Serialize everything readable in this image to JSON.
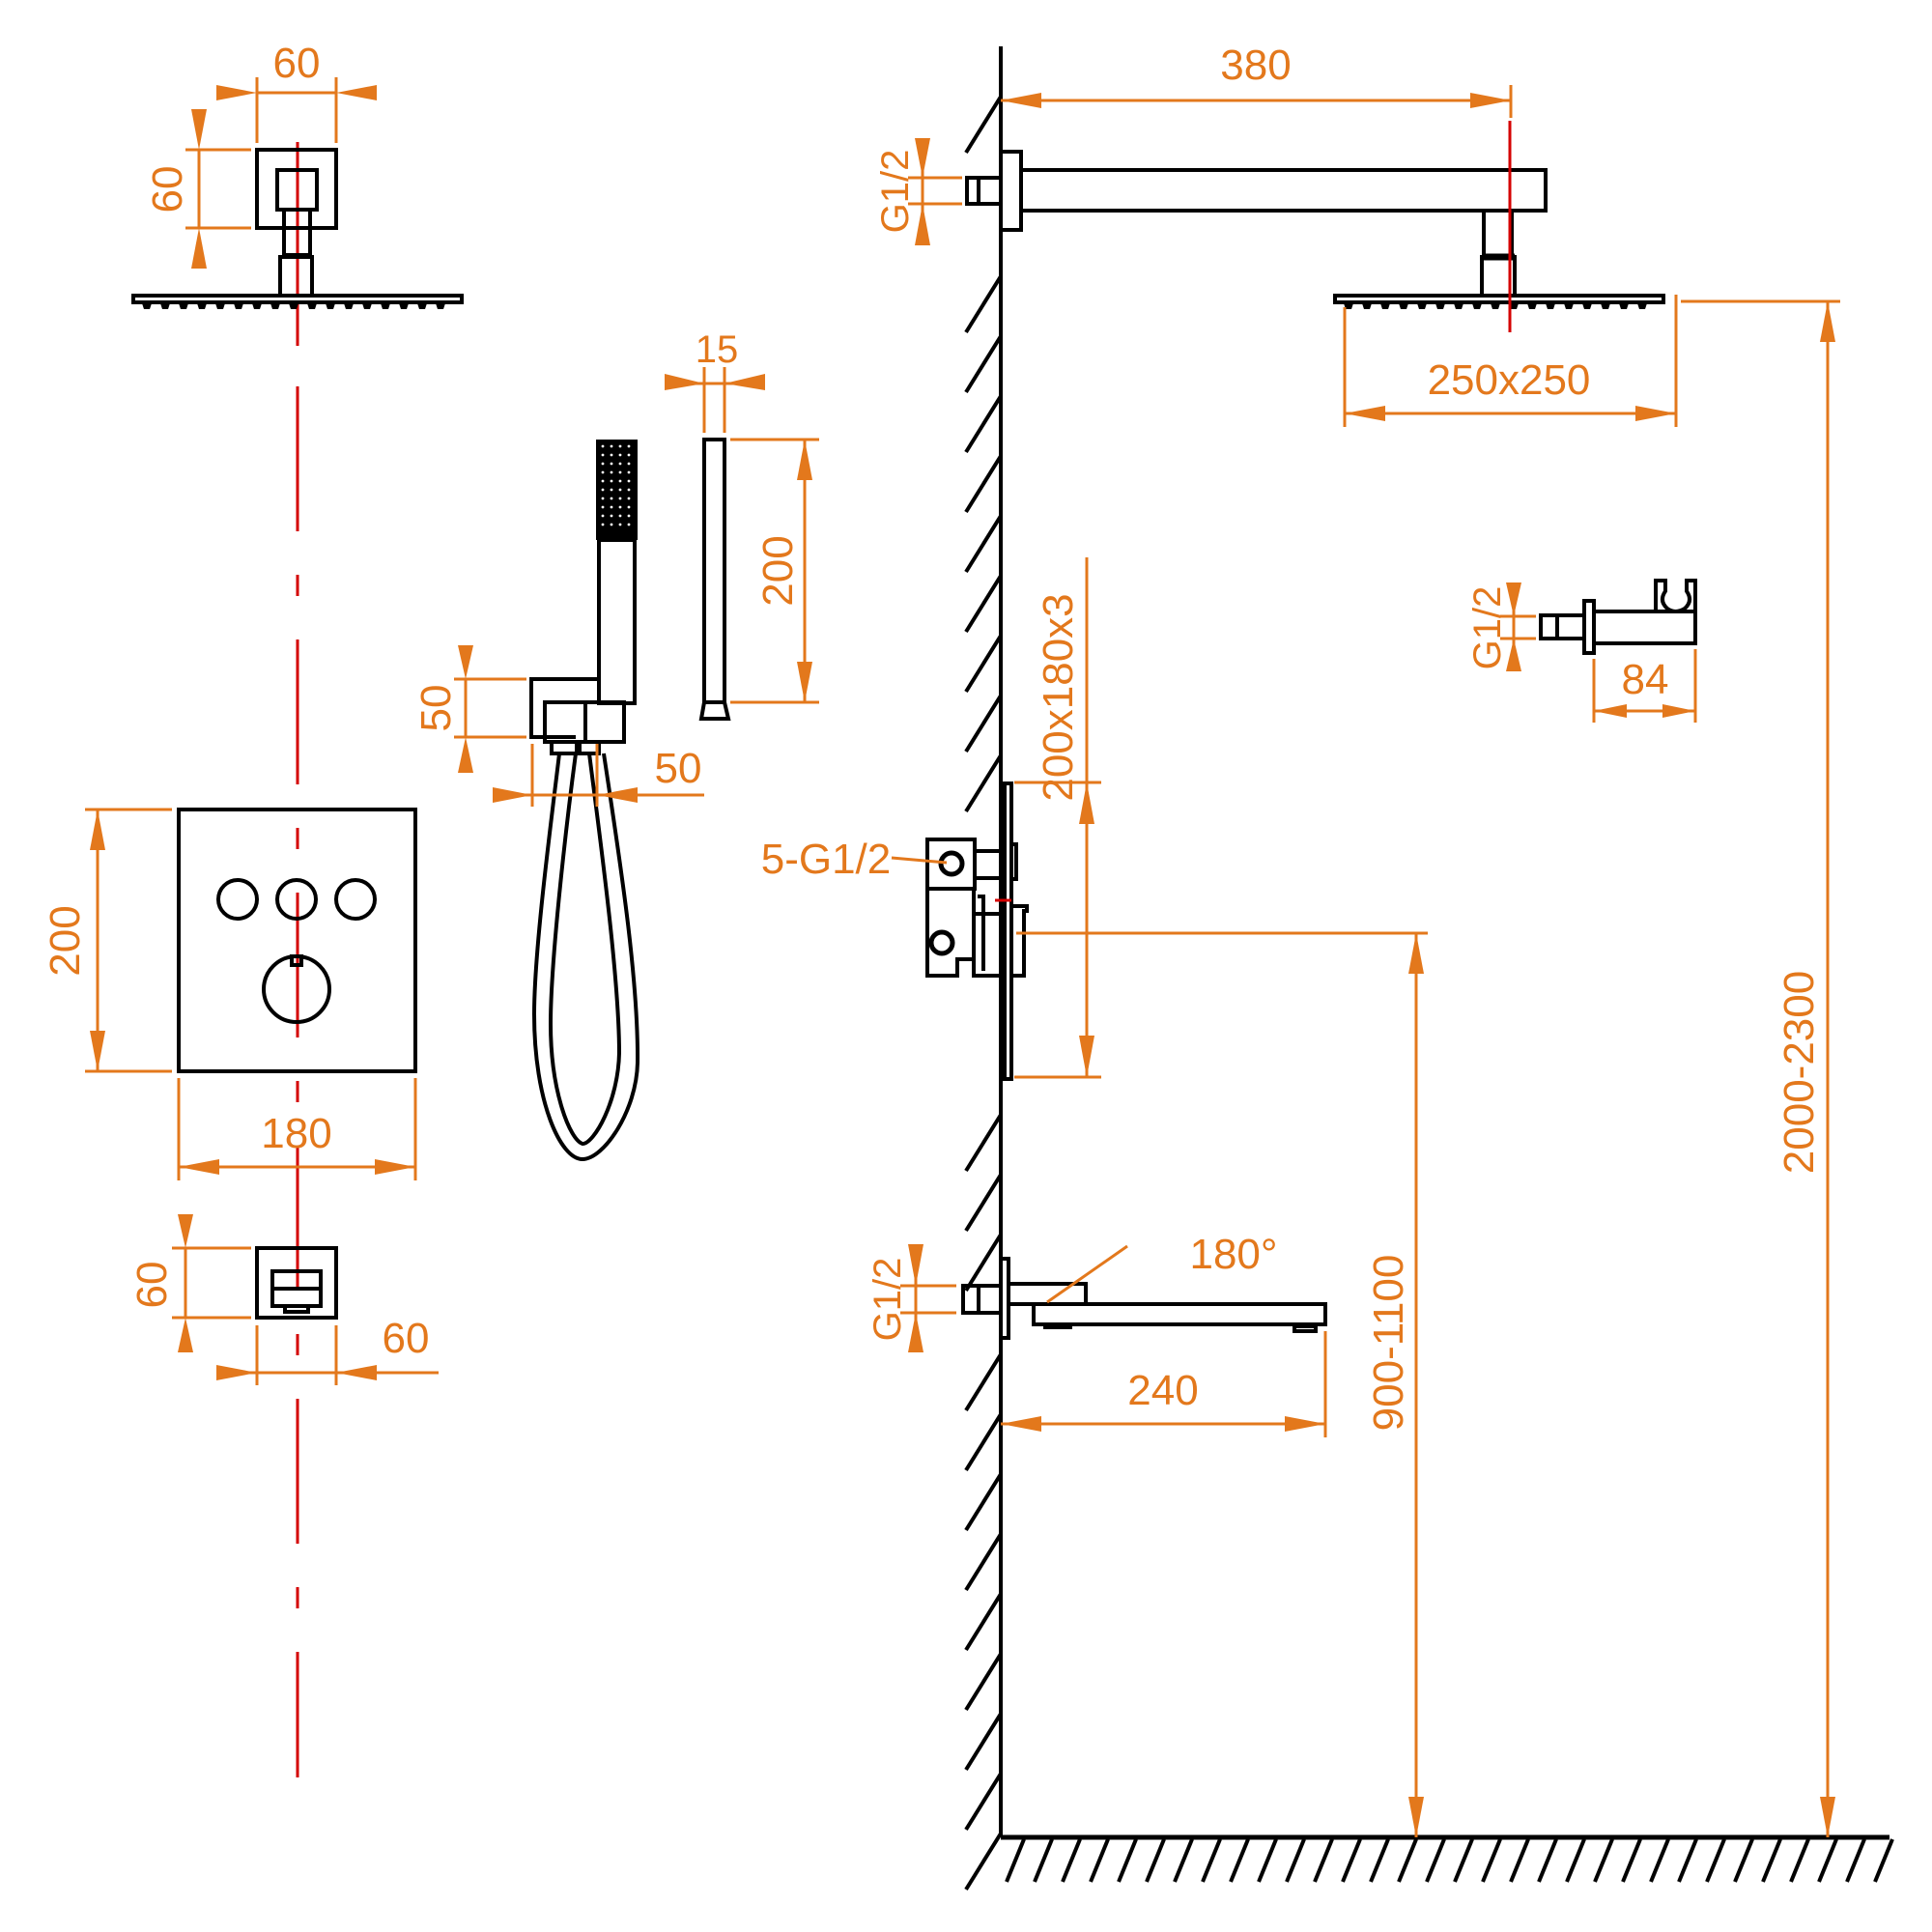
{
  "drawing": {
    "title": "Concealed shower system installation dimensions",
    "units": "mm",
    "colors": {
      "lines": "#000000",
      "dimensions": "#e3781c",
      "centerline": "#d40000"
    }
  },
  "overhead_shower": {
    "wall_flange_width": "60",
    "wall_flange_height": "60",
    "head_size": "250x250",
    "arm_length": "380",
    "connection": "G1/2"
  },
  "hand_shower": {
    "head_width": "15",
    "head_length": "200",
    "bracket_height": "50",
    "bracket_width": "50"
  },
  "mixer_panel": {
    "height": "200",
    "width": "180",
    "buttons": 3,
    "knobs": 1,
    "panel_size_label": "200x180x3",
    "outlets_label": "5-G1/2"
  },
  "spout_front": {
    "height": "60",
    "width": "60"
  },
  "holder": {
    "connection": "G1/2",
    "depth": "84"
  },
  "spout": {
    "connection": "G1/2",
    "length": "240",
    "rotation": "180°"
  },
  "heights": {
    "mixer_height": "900-1100",
    "shower_height": "2000-2300"
  }
}
